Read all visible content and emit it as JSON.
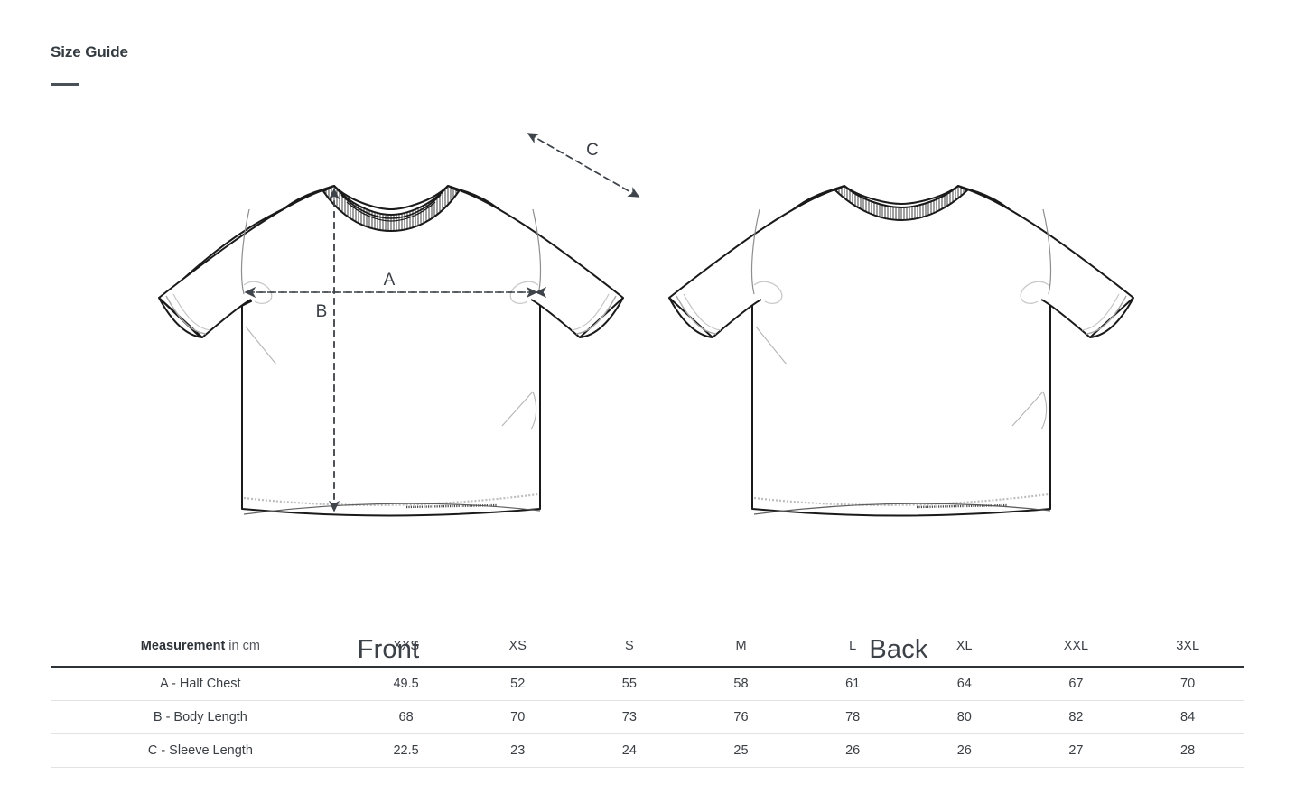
{
  "page": {
    "title": "Size Guide"
  },
  "illustrations": {
    "front": {
      "caption": "Front",
      "dimension_labels": {
        "a": "A",
        "b": "B",
        "c": "C"
      }
    },
    "back": {
      "caption": "Back"
    }
  },
  "table": {
    "header": {
      "measurement_label_strong": "Measurement",
      "measurement_label_light": " in cm",
      "sizes": [
        "XXS",
        "XS",
        "S",
        "M",
        "L",
        "XL",
        "XXL",
        "3XL"
      ]
    },
    "rows": [
      {
        "label": "A - Half Chest",
        "values": [
          "49.5",
          "52",
          "55",
          "58",
          "61",
          "64",
          "67",
          "70"
        ]
      },
      {
        "label": "B - Body Length",
        "values": [
          "68",
          "70",
          "73",
          "76",
          "78",
          "80",
          "82",
          "84"
        ]
      },
      {
        "label": "C - Sleeve Length",
        "values": [
          "22.5",
          "23",
          "24",
          "25",
          "26",
          "26",
          "27",
          "28"
        ]
      }
    ]
  },
  "colors": {
    "text": "#3a3f45",
    "heading": "#333a40",
    "rule": "#4a5057",
    "header_border": "#2e3338",
    "row_border": "#e2e3e5",
    "garment_outline": "#1a1a1a",
    "garment_detail": "#9a9a9a",
    "dimension_line": "#5a5f65",
    "background": "#ffffff"
  }
}
